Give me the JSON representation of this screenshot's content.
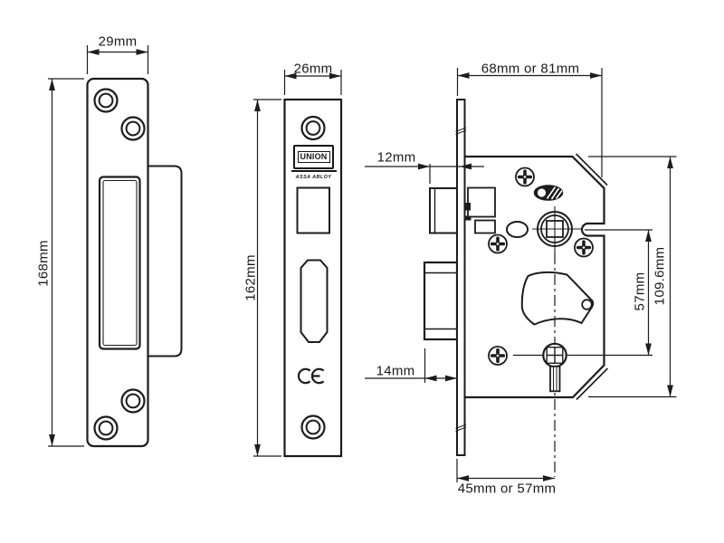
{
  "drawing": {
    "strike_plate": {
      "width_label": "29mm",
      "height_label": "168mm"
    },
    "faceplate": {
      "width_label": "26mm",
      "height_label": "162mm",
      "brand": "UNION",
      "brand_sub": "ASSA ABLOY",
      "ce_mark": "CE"
    },
    "lock_body": {
      "case_depth_label": "68mm or 81mm",
      "latch_projection_label": "12mm",
      "deadbolt_throw_label": "14mm",
      "backset_label": "45mm or 57mm",
      "spindle_to_keyhole_label": "57mm",
      "case_height_label": "109.6mm"
    },
    "colors": {
      "line": "#1c1c1c",
      "background": "#ffffff"
    }
  }
}
